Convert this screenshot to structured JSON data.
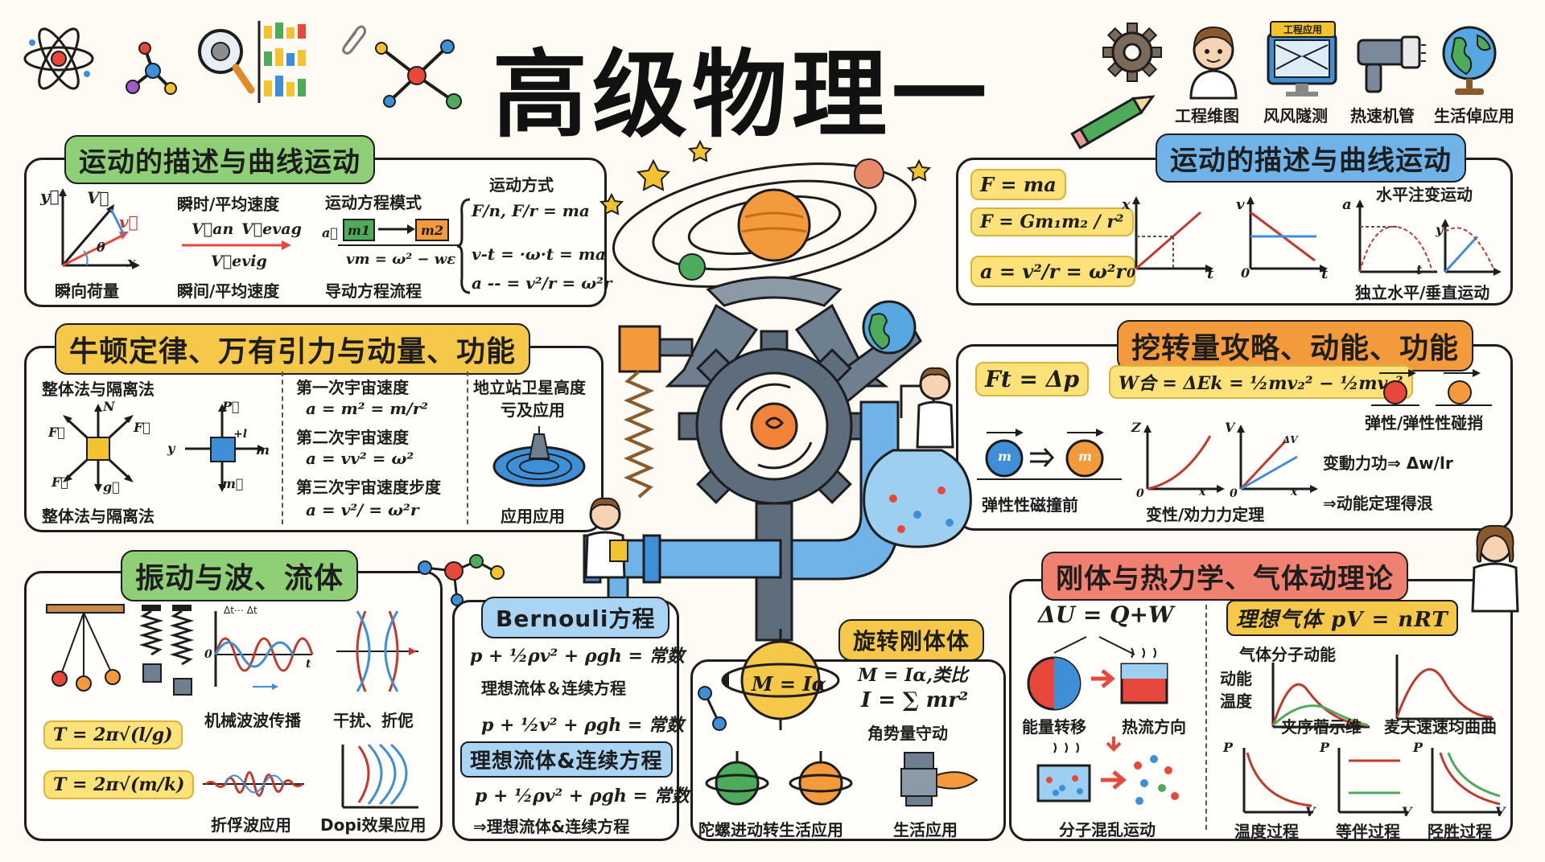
{
  "title": "高级物理一",
  "top_apps": [
    {
      "label": "工程维图"
    },
    {
      "label": "风风隧测",
      "screen": "工程应用"
    },
    {
      "label": "热速机管"
    },
    {
      "label": "生活倬应用"
    }
  ],
  "panel1": {
    "heading": "运动的描述与曲线运动",
    "items": [
      "瞬时/平均速度",
      "运动方程模式",
      "运动方式",
      "瞬向荷量",
      "瞬间/平均速度",
      "导动方程流程"
    ],
    "vec_labels": {
      "y": "y⃗",
      "v": "V⃗",
      "v2": "v⃗",
      "theta": "θ",
      "x": "x"
    },
    "v_an": "V⃗an",
    "v_evag": "V⃗evag",
    "v_evig": "V⃗evig",
    "m1": "m1",
    "m2": "m2",
    "a_small": "a⃗",
    "formula_vm": "vm = ω² − wε",
    "formula_f": "F/n, F/r = ma",
    "formula_vt": "v-t = ·ω·t = ma",
    "formula_a": "a -- = v²/r = ω²r"
  },
  "panel2": {
    "heading": "运动的描述与曲线运动",
    "f1": "F = ma",
    "f2": "F = Gm₁m₂ / r²",
    "f3": "a = v²/r = ω²r",
    "graph_title": "水平注变运动",
    "graph_foot": "独立水平/垂直运动",
    "axes": {
      "x": "x",
      "v": "v",
      "a": "a",
      "t": "t",
      "o": "0",
      "y": "y"
    }
  },
  "panel3": {
    "heading": "牛顿定律、万有引力与动量、功能",
    "left_title": "整体法与隔离法",
    "left_foot": "整体法与隔离法",
    "force": {
      "n": "N",
      "f": "F⃗",
      "g": "g⃗",
      "p": "P⃗",
      "m": "m",
      "mvec": "m⃗",
      "y": "y",
      "l": "+l"
    },
    "speeds": [
      "第一次宇宙速度",
      "a = m² = m/r²",
      "第二次宇宙速度",
      "a = vv² = ω²",
      "第三次宇宙速度步度",
      "a = v²/ = ω²r"
    ],
    "sat_title": "地立站卫星高度",
    "sat_title2": "亏及应用",
    "sat_foot": "应用应用"
  },
  "panel4": {
    "heading": "挖转量攻略、动能、功能",
    "f1": "Ft = Δp",
    "f2": "W合 = ΔEk = ½mv₂² − ½mv₁²",
    "collide_right": "弹性/弹性性碰捎",
    "collide_left": "弹性性磁撞前",
    "graph_foot": "变性/劝力力定理",
    "work_text": "变動力功⇒ Δw/lr",
    "theorem": "⇒动能定理得泿",
    "axes": {
      "z": "Z",
      "v": "V",
      "x": "x",
      "o": "0",
      "dv": "ΔV"
    },
    "m": "m"
  },
  "panel5": {
    "heading": "振动与波、流体",
    "wave1": "机械波波传播",
    "wave2": "干扰、折伲",
    "wave3": "折俘波应用",
    "wave4": "Dopi效果应用",
    "t1": "T = 2π√(l/g)",
    "t2": "T = 2π√(m/k)",
    "dt": "Δt⋯ Δt",
    "axes": {
      "o": "0",
      "t": "t"
    }
  },
  "panel6": {
    "heading": "Bernouli方程",
    "f1": "p + ½ρv² + ρgh = 常数",
    "t1": "理想流体＆连续方程",
    "f2": "p + ½v² + ρgh = 常数",
    "heading2": "理想流体&连续方程",
    "f3": "p + ½ρv² + ρgh = 常数",
    "t2": "⇒理想流体&连续方程"
  },
  "panel7": {
    "heading": "旋转刚体体",
    "sphere": "M = Iα",
    "f1": "M = Iα,类比",
    "f2": "I = ∑ mr²",
    "t1": "角势量守动",
    "foot1": "陀螺进动转生活应用",
    "foot2": "生活应用"
  },
  "panel8": {
    "heading": "刚体与热力学、气体动理论",
    "f1": "ΔU = Q+W",
    "gas": "理想气体 pV = nRT",
    "gas_sub": "气体分子动能",
    "t_energy": "能量转移",
    "t_heat": "热流方向",
    "t_mix": "分子混乱运动",
    "dyn": "动能",
    "temp": "温度",
    "maxwell_left": "夹序蓿示维",
    "maxwell_right": "麦夫速速均曲曲",
    "proc1": "温度过程",
    "proc2": "等伴过程",
    "proc3": "陉胜过程",
    "axes": {
      "p": "P",
      "v": "V"
    }
  }
}
